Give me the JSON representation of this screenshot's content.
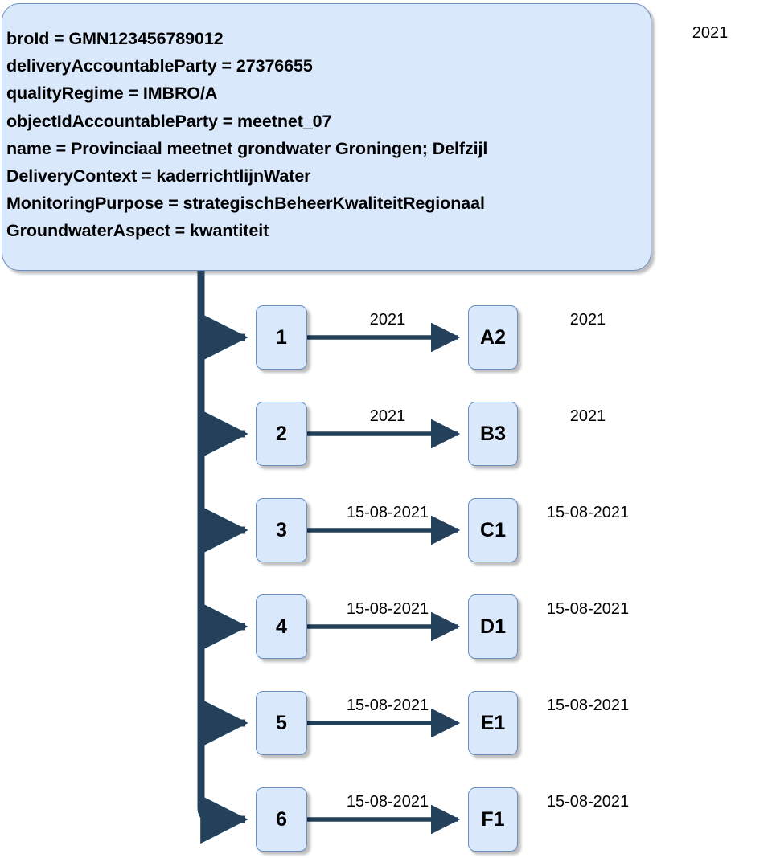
{
  "diagram": {
    "type": "tree",
    "title_label": "2021",
    "main_box": {
      "attributes": [
        "broId = GMN123456789012",
        "deliveryAccountableParty = 27376655",
        "qualityRegime = IMBRO/A",
        "objectIdAccountableParty = meetnet_07",
        "name = Provinciaal meetnet grondwater Groningen; Delfzijl",
        "DeliveryContext = kaderrichtlijnWater",
        "MonitoringPurpose = strategischBeheerKwaliteitRegionaal",
        "GroundwaterAspect = kwantiteit"
      ]
    },
    "rows": [
      {
        "left_node": "1",
        "right_node": "A2",
        "edge_label": "2021",
        "tail_label": "2021"
      },
      {
        "left_node": "2",
        "right_node": "B3",
        "edge_label": "2021",
        "tail_label": "2021"
      },
      {
        "left_node": "3",
        "right_node": "C1",
        "edge_label": "15-08-2021",
        "tail_label": "15-08-2021"
      },
      {
        "left_node": "4",
        "right_node": "D1",
        "edge_label": "15-08-2021",
        "tail_label": "15-08-2021"
      },
      {
        "left_node": "5",
        "right_node": "E1",
        "edge_label": "15-08-2021",
        "tail_label": "15-08-2021"
      },
      {
        "left_node": "6",
        "right_node": "F1",
        "edge_label": "15-08-2021",
        "tail_label": "15-08-2021"
      }
    ],
    "colors": {
      "box_fill": "#dae8fc",
      "box_border": "#6c8ebf",
      "connector": "#23415a",
      "text": "#000000",
      "background": "#ffffff"
    }
  }
}
